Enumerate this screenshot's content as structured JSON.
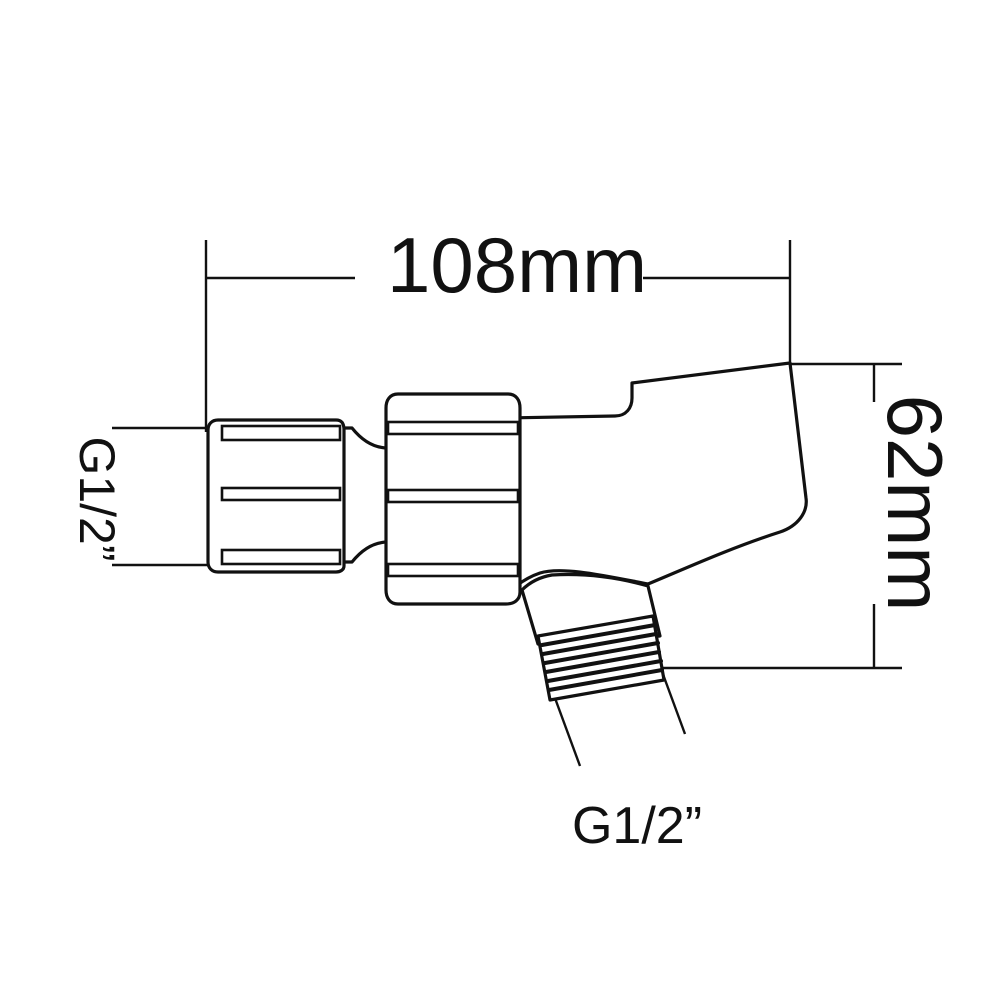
{
  "dimensions": {
    "length_label": "108mm",
    "height_label": "62mm",
    "inlet_thread_label": "G1/2”",
    "outlet_thread_label": "G1/2”"
  },
  "colors": {
    "line": "#111111",
    "background": "#ffffff"
  }
}
